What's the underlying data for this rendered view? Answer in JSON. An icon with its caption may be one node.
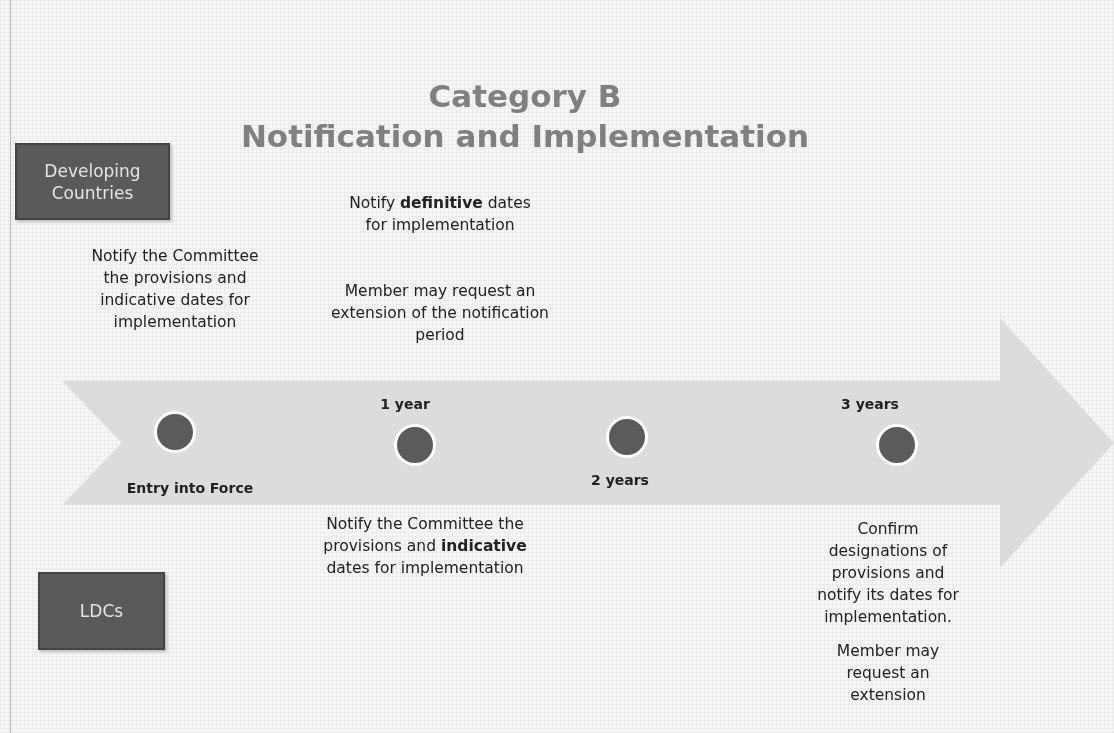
{
  "diagram": {
    "title": "Category B Notification and Implementation",
    "nodes": [
      {
        "text": [
          "Developing Countries"
        ]
      },
      {
        "text": [
          "LDCs"
        ]
      },
      {
        "text": [],
        "shape": "circle",
        "beside": [
          "Entry into Force"
        ]
      },
      {
        "text": [],
        "shape": "circle",
        "beside": [
          "1 year"
        ]
      },
      {
        "text": [],
        "shape": "circle",
        "beside": [
          "2 years"
        ]
      },
      {
        "text": [],
        "shape": "circle",
        "beside": [
          "3 years"
        ]
      }
    ],
    "labels": [
      "Notify the Committee the provisions and indicative dates for implementation",
      "Notify **definitive** dates for implementation",
      "Member may request an extension of the notification period",
      "Notify the Committee the provisions and **indicative** dates for implementation",
      "Confirm designations of provisions and notify its dates for implementation.",
      "Member may request an extension"
    ]
  }
}
